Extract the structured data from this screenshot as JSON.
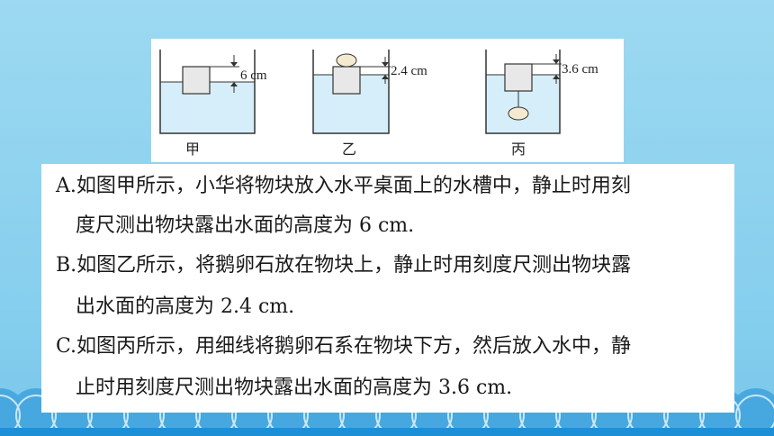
{
  "figure": {
    "panels": [
      {
        "label": "甲",
        "measure": "6 cm"
      },
      {
        "label": "乙",
        "measure": "2.4 cm"
      },
      {
        "label": "丙",
        "measure": "3.6 cm"
      }
    ]
  },
  "options": [
    {
      "line1": "A.如图甲所示，小华将物块放入水平桌面上的水槽中，静止时用刻",
      "line2": "度尺测出物块露出水面的高度为 6 cm."
    },
    {
      "line1": "B.如图乙所示，将鹅卵石放在物块上，静止时用刻度尺测出物块露",
      "line2": "出水面的高度为 2.4 cm."
    },
    {
      "line1": "C.如图丙所示，用细线将鹅卵石系在物块下方，然后放入水中，静",
      "line2": "止时用刻度尺测出物块露出水面的高度为 3.6 cm."
    }
  ],
  "colors": {
    "water": "#d6eef9",
    "block": "#e8e8e8",
    "background": "#8fd4ef",
    "wave": "#1c8fd6"
  }
}
